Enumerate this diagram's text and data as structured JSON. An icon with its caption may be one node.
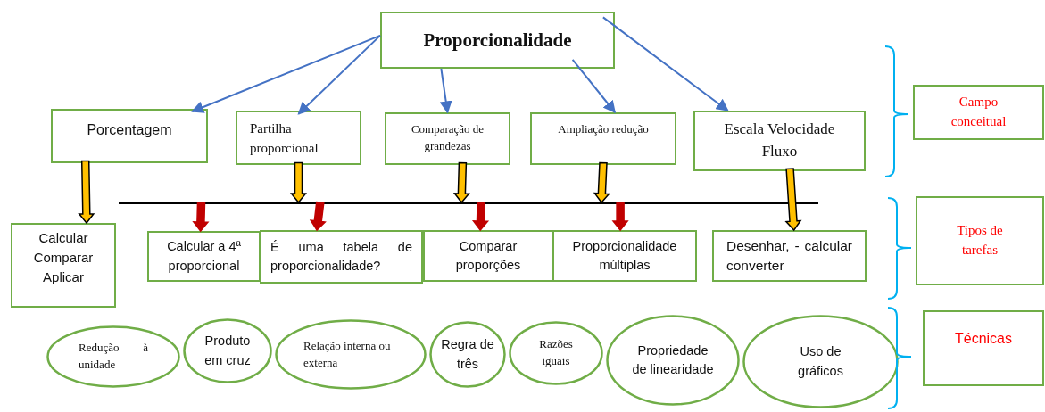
{
  "diagram": {
    "nodes": [
      {
        "text": [
          "Proporcionalidade"
        ]
      },
      {
        "text": [
          "Porcentagem"
        ]
      },
      {
        "text": [
          "Partilha proporcional"
        ]
      },
      {
        "text": [
          "Comparação de grandezas"
        ]
      },
      {
        "text": [
          "Ampliação redução"
        ]
      },
      {
        "text": [
          "Escala Velocidade Fluxo"
        ]
      },
      {
        "text": [
          "Calcular Comparar Aplicar"
        ]
      },
      {
        "text": [
          "Calcular a 4ª proporcional"
        ]
      },
      {
        "text": [
          "É uma tabela de proporcionalidade?"
        ]
      },
      {
        "text": [
          "Comparar proporções"
        ]
      },
      {
        "text": [
          "Proporcionalidade múltiplas"
        ]
      },
      {
        "text": [
          "Desenhar, - calcular converter"
        ]
      },
      {
        "text": [
          "Redução à unidade"
        ]
      },
      {
        "text": [
          "Produto em cruz"
        ]
      },
      {
        "text": [
          "Relação interna ou externa"
        ]
      },
      {
        "text": [
          "Regra de três"
        ]
      },
      {
        "text": [
          "Razões iguais"
        ]
      },
      {
        "text": [
          "Propriedade de linearidade"
        ]
      },
      {
        "text": [
          "Uso de gráficos"
        ]
      },
      {
        "text": [
          "Campo conceitual"
        ]
      },
      {
        "text": [
          "Tipos de tarefas"
        ]
      },
      {
        "text": [
          "Técnicas"
        ]
      },
      {
        "text": [],
        "shape": "line"
      }
    ],
    "edges": [
      {
        "from": 0,
        "to": 1,
        "arrow": "to"
      },
      {
        "from": 0,
        "to": 2,
        "arrow": "to"
      },
      {
        "from": 0,
        "to": 3,
        "arrow": "to"
      },
      {
        "from": 0,
        "to": 4,
        "arrow": "to"
      },
      {
        "from": 0,
        "to": 5,
        "arrow": "to"
      },
      {
        "from": 1,
        "to": 6,
        "arrow": "to",
        "style": "thick",
        "color": "#ffc000"
      },
      {
        "from": 2,
        "to": 22,
        "arrow": "to",
        "style": "thick",
        "color": "#ffc000"
      },
      {
        "from": 3,
        "to": 22,
        "arrow": "to",
        "style": "thick",
        "color": "#ffc000"
      },
      {
        "from": 4,
        "to": 22,
        "arrow": "to",
        "style": "thick",
        "color": "#ffc000"
      },
      {
        "from": 5,
        "to": 11,
        "arrow": "to",
        "style": "thick",
        "color": "#ffc000"
      },
      {
        "from": 22,
        "to": 7,
        "arrow": "to",
        "style": "thick",
        "color": "#c00000"
      },
      {
        "from": 22,
        "to": 8,
        "arrow": "to",
        "style": "thick",
        "color": "#c00000"
      },
      {
        "from": 22,
        "to": 9,
        "arrow": "to",
        "style": "thick",
        "color": "#c00000"
      },
      {
        "from": 22,
        "to": 10,
        "arrow": "to",
        "style": "thick",
        "color": "#c00000"
      }
    ]
  }
}
